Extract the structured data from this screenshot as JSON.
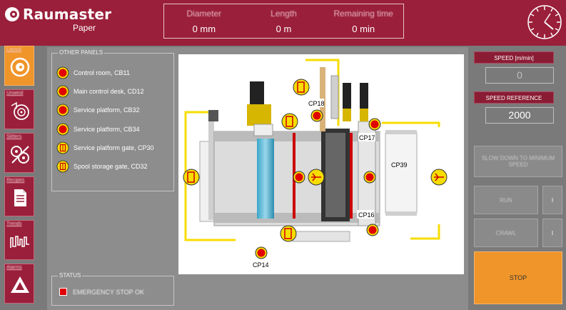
{
  "header": {
    "brand": "Raumaster",
    "product": "Paper",
    "stats": [
      {
        "label": "Diameter",
        "value": "0 mm"
      },
      {
        "label": "Length",
        "value": "0 m"
      },
      {
        "label": "Remaining time",
        "value": "0 min"
      }
    ]
  },
  "nav": [
    {
      "label": "Layout",
      "icon": "layout-icon",
      "active": true
    },
    {
      "label": "Unwind",
      "icon": "unwind-icon",
      "active": false
    },
    {
      "label": "Slitters",
      "icon": "slitters-icon",
      "active": false
    },
    {
      "label": "Recipes",
      "icon": "recipes-icon",
      "active": false
    },
    {
      "label": "Trends",
      "icon": "trends-icon",
      "active": false
    },
    {
      "label": "Alarms",
      "icon": "alarms-icon",
      "active": false
    }
  ],
  "other_panels": {
    "title": "OTHER PANELS",
    "items": [
      {
        "label": "Control room, CB11",
        "type": "button"
      },
      {
        "label": "Main control desk, CD12",
        "type": "button"
      },
      {
        "label": "Service platform, CB32",
        "type": "button"
      },
      {
        "label": "Service platform, CB34",
        "type": "button"
      },
      {
        "label": "Service platform gate, CP30",
        "type": "gate"
      },
      {
        "label": "Spool storage gate, CD32",
        "type": "gate"
      }
    ]
  },
  "status": {
    "title": "STATUS",
    "emergency_stop": "EMERGENCY STOP OK",
    "emergency_color": "#e00000"
  },
  "machine": {
    "labels": {
      "cp18": "CP18",
      "cp17": "CP17",
      "cp39": "CP39",
      "cp16": "CP16",
      "cp14": "CP14"
    }
  },
  "right_panel": {
    "speed_label": "SPEED [m/min]",
    "speed_value": "0",
    "speed_ref_label": "SPEED REFERENCE",
    "speed_ref_value": "2000",
    "slow_down": "SLOW DOWN TO MINIMUM SPEED",
    "run": "RUN",
    "run_small": "I",
    "crawl": "CRAWL",
    "crawl_small": "I",
    "stop": "STOP"
  },
  "colors": {
    "brand": "#9a1f3a",
    "accent": "#f0952a",
    "stop_button": "#e00000",
    "gate_yellow": "#f7dd00"
  }
}
